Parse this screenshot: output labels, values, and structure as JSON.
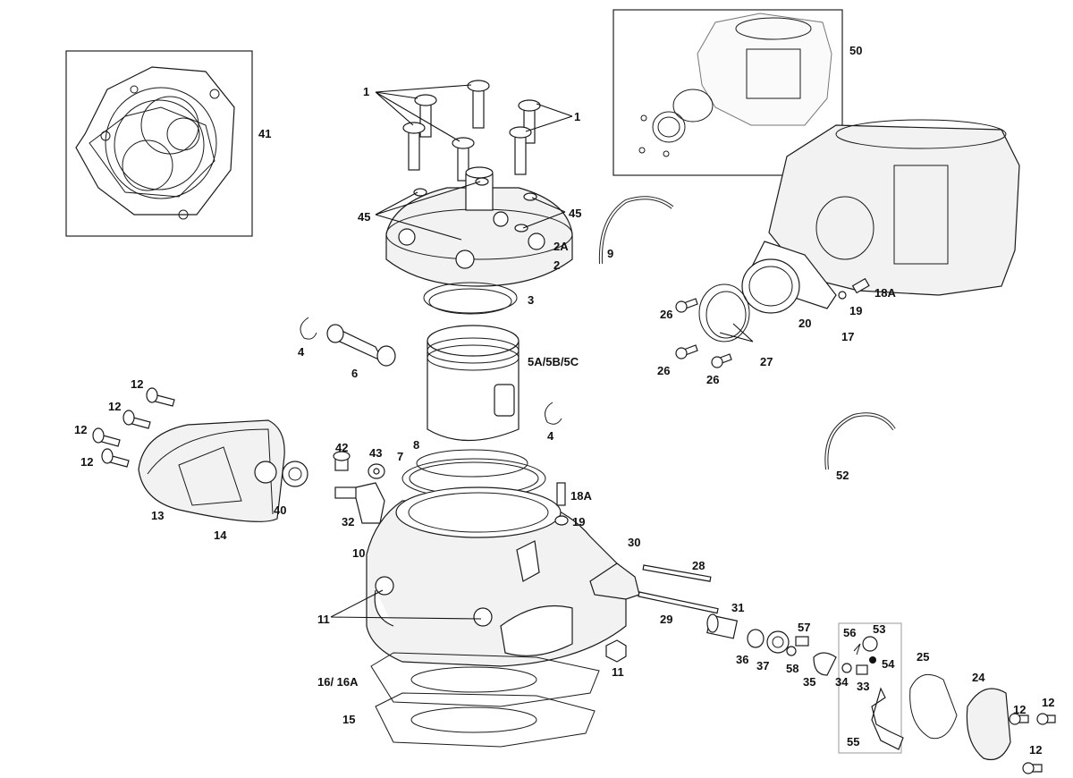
{
  "labels": {
    "l1a": "1",
    "l1b": "1",
    "l2": "2",
    "l2a": "2A",
    "l3": "3",
    "l4a": "4",
    "l4b": "4",
    "l5": "5A/5B/5C",
    "l6": "6",
    "l7": "7",
    "l8": "8",
    "l9": "9",
    "l10": "10",
    "l11a": "11",
    "l11b": "11",
    "l12a": "12",
    "l12b": "12",
    "l12c": "12",
    "l12d": "12",
    "l12e": "12",
    "l12f": "12",
    "l12g": "12",
    "l13": "13",
    "l14": "14",
    "l15": "15",
    "l16": "16/ 16A",
    "l17": "17",
    "l18a": "18A",
    "l18b": "18A",
    "l19a": "19",
    "l19b": "19",
    "l20": "20",
    "l24": "24",
    "l25": "25",
    "l26a": "26",
    "l26b": "26",
    "l26c": "26",
    "l27": "27",
    "l28": "28",
    "l29": "29",
    "l30": "30",
    "l31": "31",
    "l32": "32",
    "l33": "33",
    "l34": "34",
    "l35": "35",
    "l36": "36",
    "l37": "37",
    "l40": "40",
    "l41": "41",
    "l42": "42",
    "l43": "43",
    "l45a": "45",
    "l45b": "45",
    "l50": "50",
    "l52": "52",
    "l53": "53",
    "l54": "54",
    "l55": "55",
    "l56": "56",
    "l57": "57",
    "l58": "58"
  }
}
